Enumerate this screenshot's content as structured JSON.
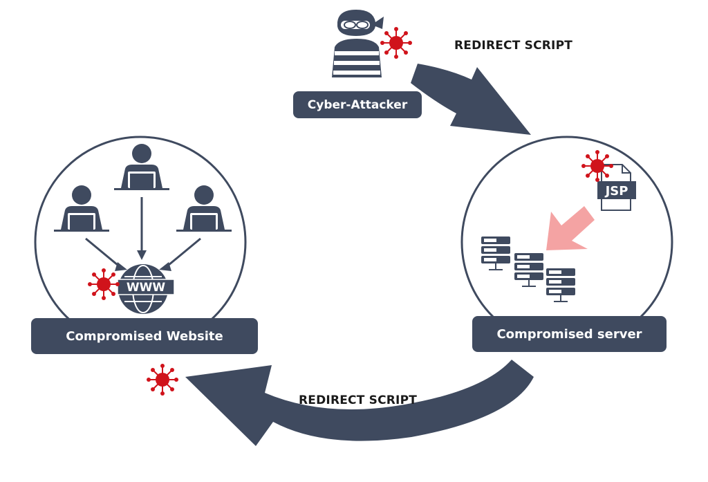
{
  "nodes": {
    "attacker": {
      "label": "Cyber-Attacker"
    },
    "server": {
      "label": "Compromised server",
      "file_badge": "JSP"
    },
    "website": {
      "label": "Compromised Website",
      "globe_text": "WWW"
    }
  },
  "flows": {
    "attacker_to_server": "REDIRECT SCRIPT",
    "server_to_website": "REDIRECT SCRIPT"
  },
  "colors": {
    "navy": "#3f4a5f",
    "circle_stroke": "#4a5568",
    "virus": "#d0131b",
    "pink_arrow": "#f4a3a3",
    "background": "#ffffff"
  },
  "icons": [
    "hacker-icon",
    "virus-icon",
    "jsp-file-icon",
    "server-stack-icon",
    "user-at-laptop-icon",
    "globe-www-icon"
  ]
}
